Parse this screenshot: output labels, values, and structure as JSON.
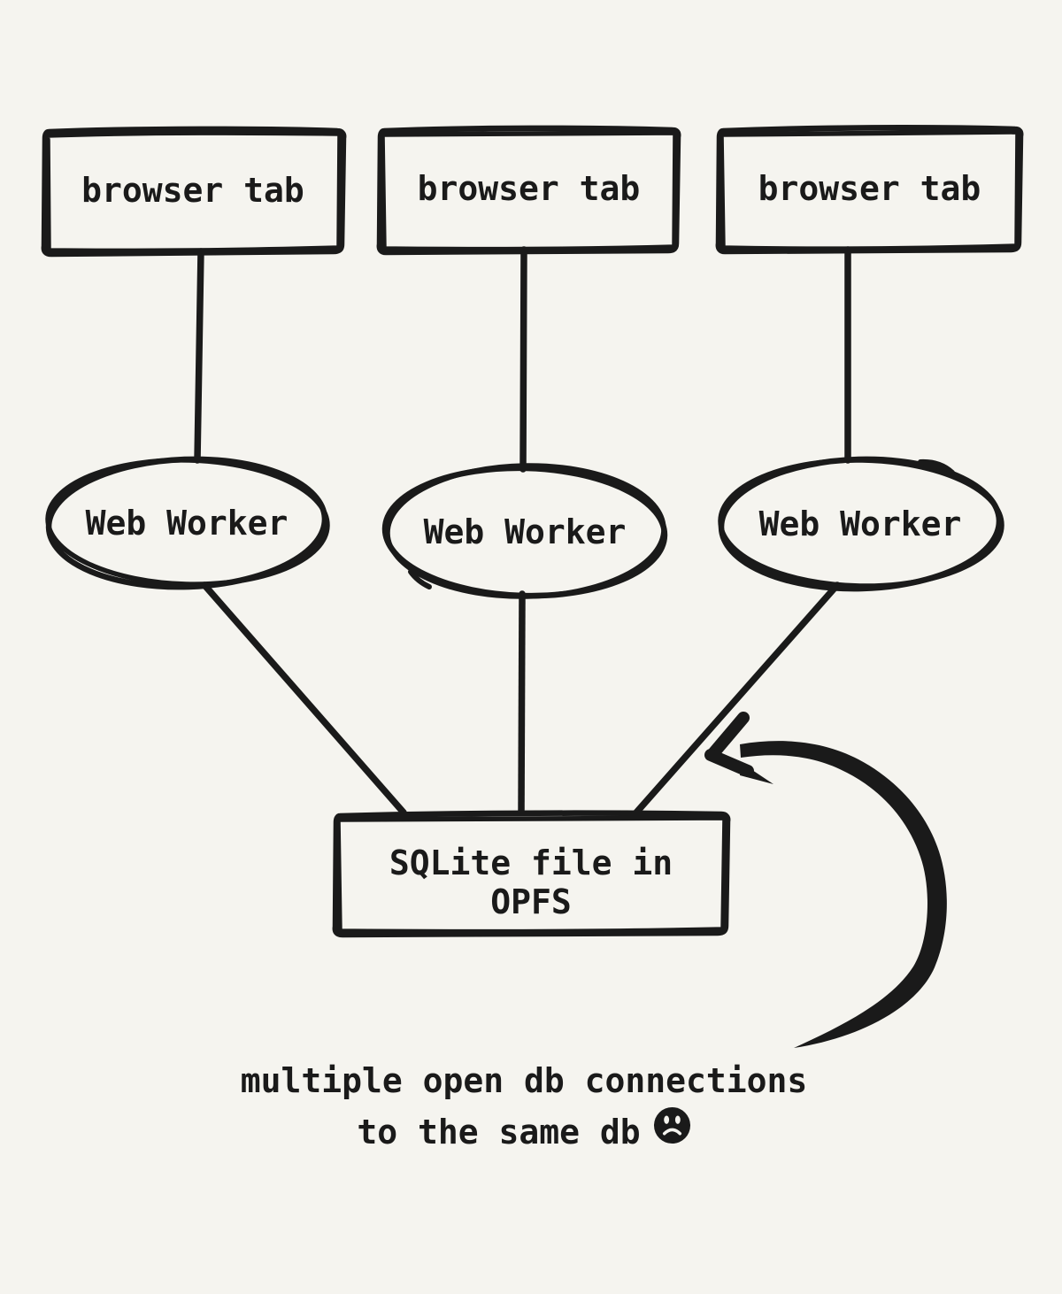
{
  "canvas": {
    "background": "#f5f4ef",
    "ink": "#1a1a1a"
  },
  "nodes": {
    "browser_tabs": [
      {
        "label": "browser tab"
      },
      {
        "label": "browser tab"
      },
      {
        "label": "browser tab"
      }
    ],
    "web_workers": [
      {
        "label": "Web Worker"
      },
      {
        "label": "Web Worker"
      },
      {
        "label": "Web Worker"
      }
    ],
    "sqlite": {
      "line1": "SQLite file in",
      "line2": "OPFS"
    }
  },
  "caption": {
    "line1": "multiple open db connections",
    "line2": "to the same db",
    "emoji": "frowning-face"
  }
}
